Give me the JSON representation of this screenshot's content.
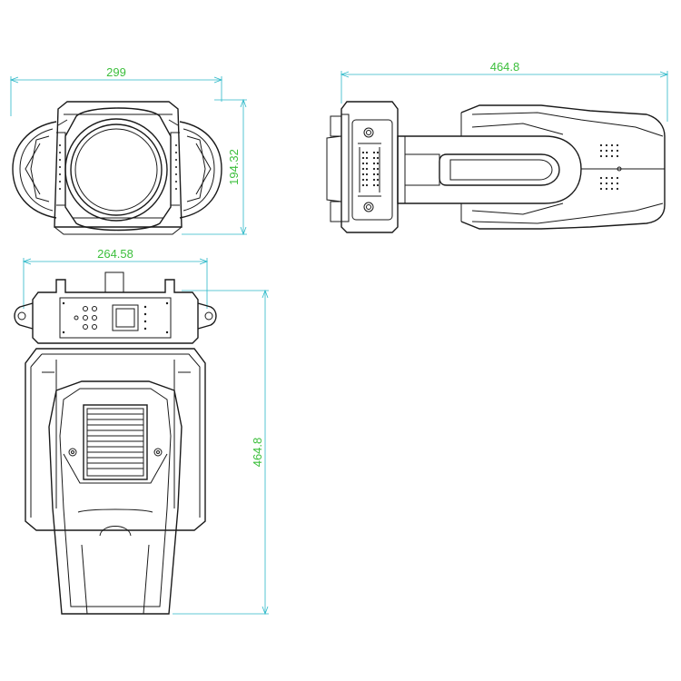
{
  "colors": {
    "dimension_line": "#2bb8c8",
    "dimension_text": "#3cbf3c",
    "outline": "#1a1a1a",
    "background": "#ffffff"
  },
  "dimensions": {
    "front_width": "299",
    "front_height": "194.32",
    "side_length": "464.8",
    "top_width": "264.58",
    "top_length": "464.8"
  }
}
